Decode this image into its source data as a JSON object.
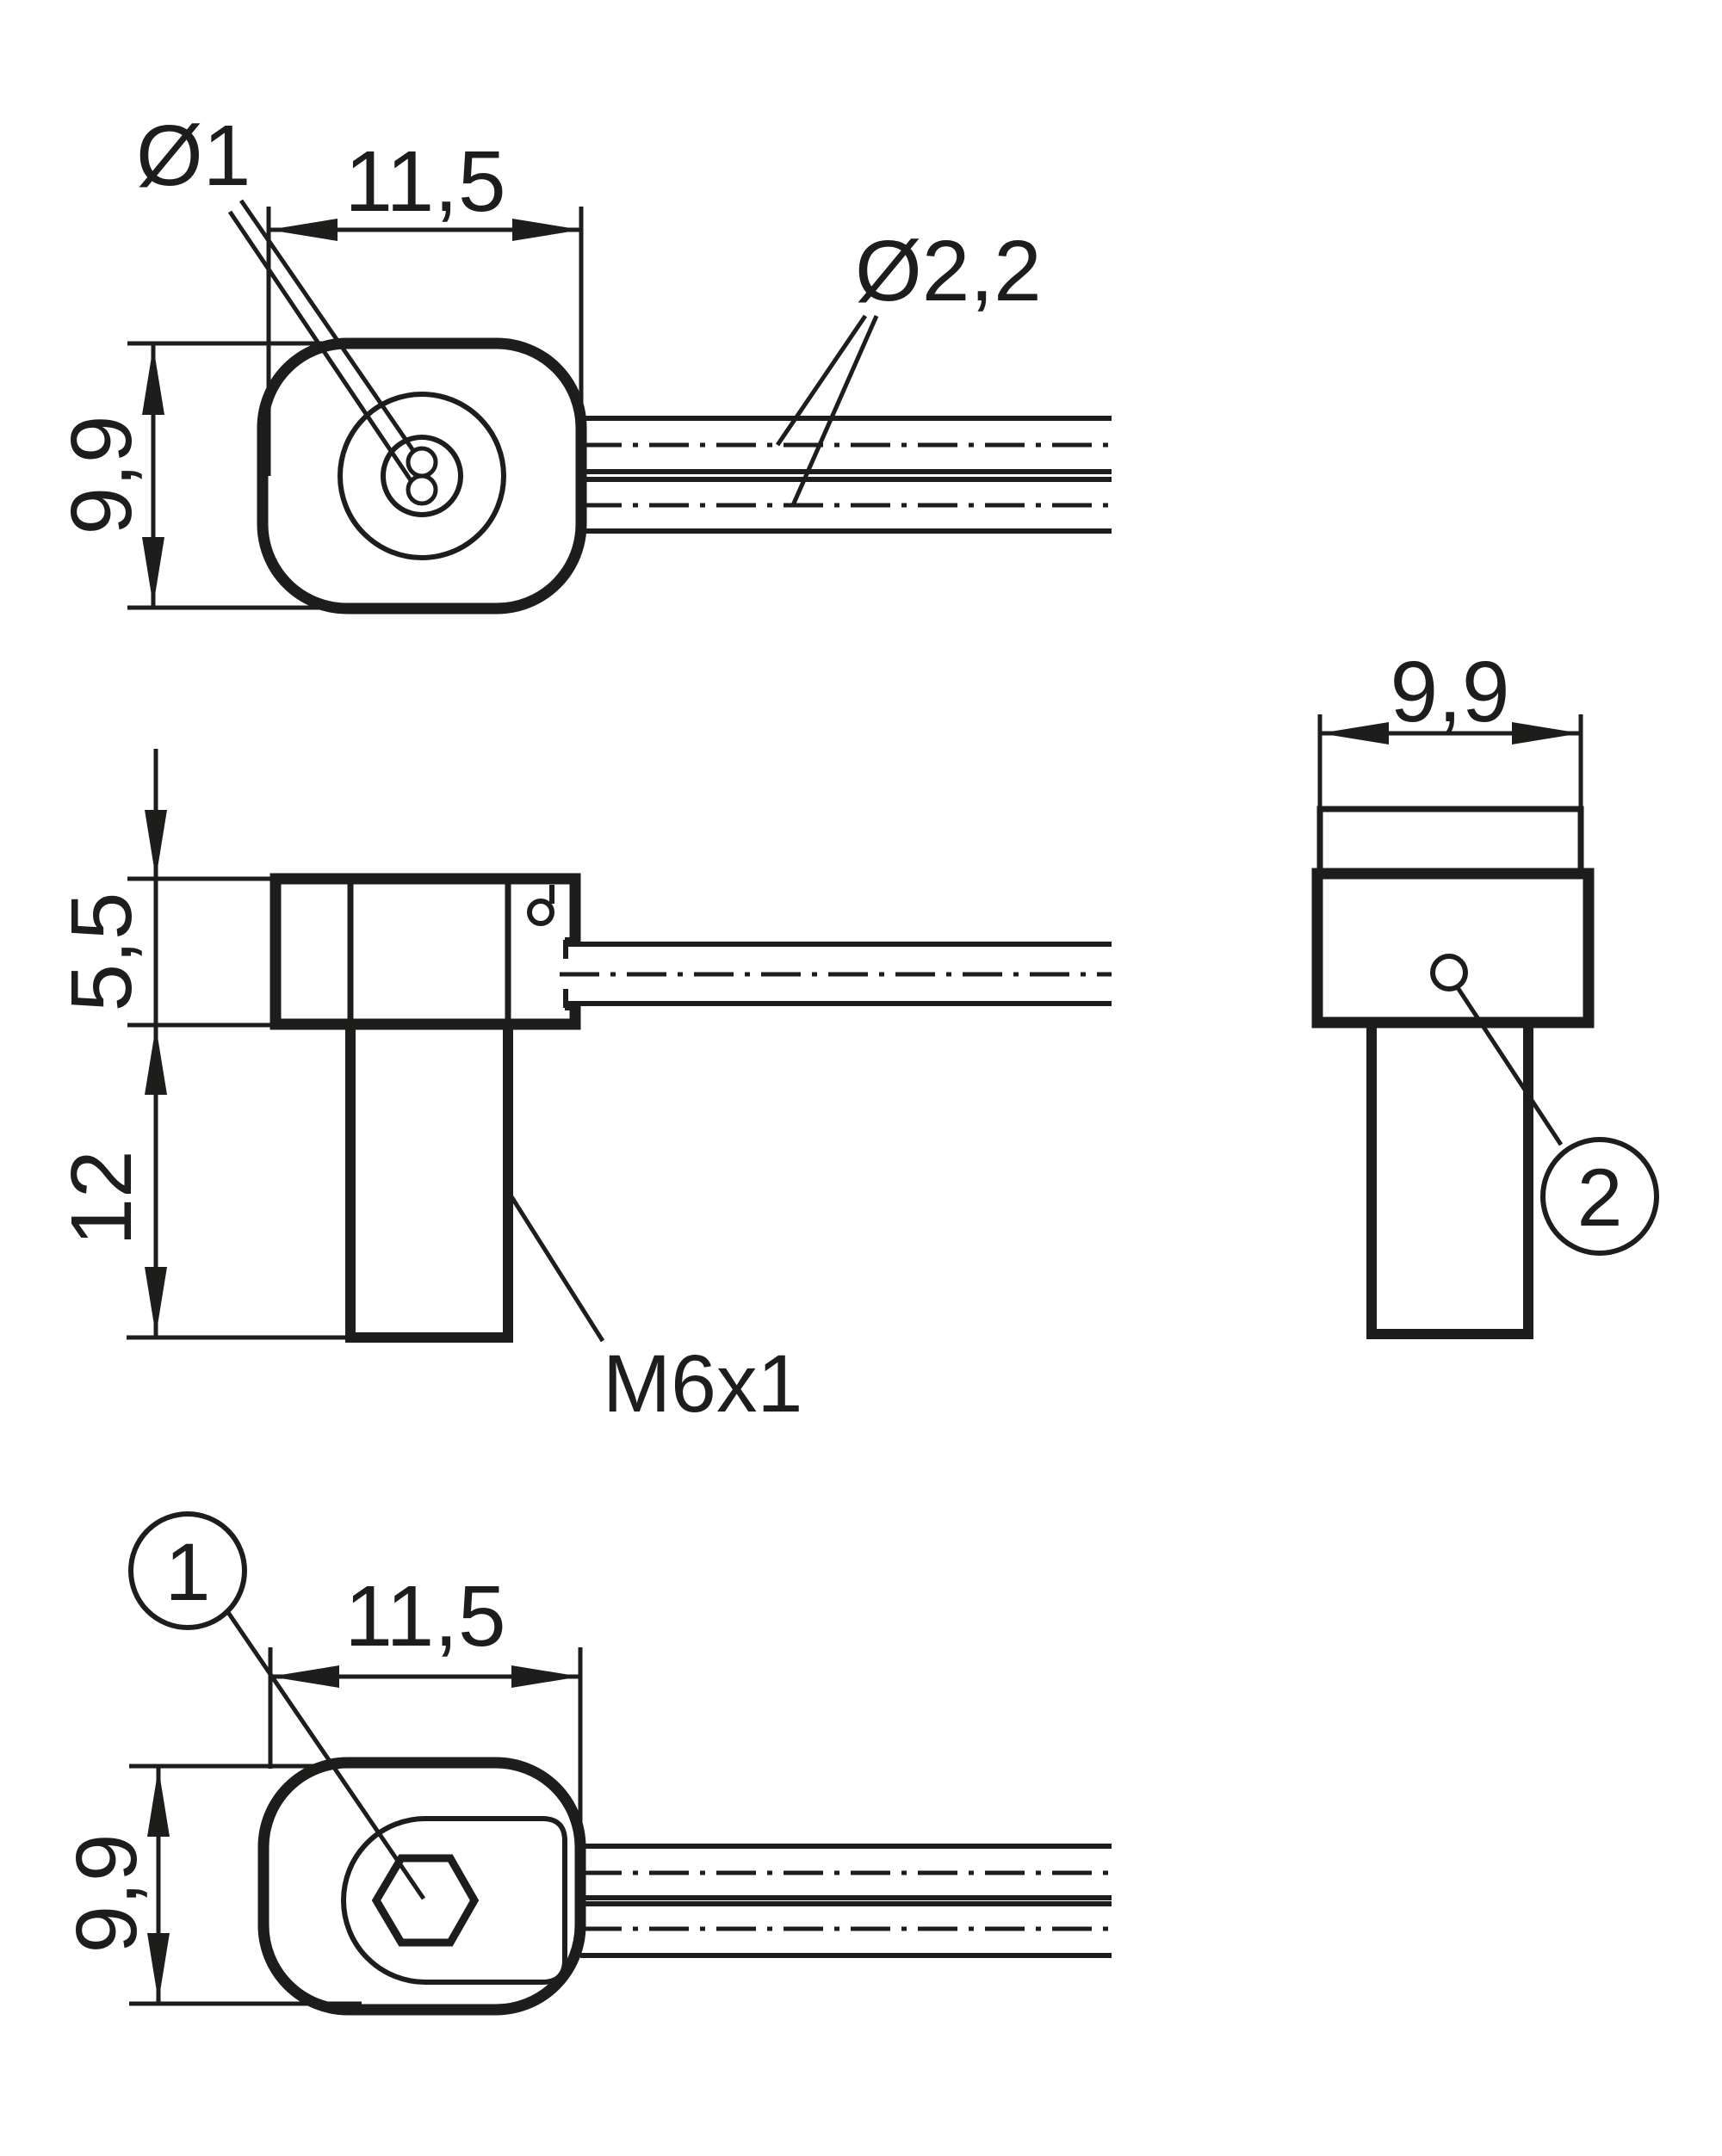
{
  "page": {
    "background": "#ffffff",
    "ink": "#1d1d1b"
  },
  "views": {
    "front": {
      "fiber_label": "Ø1",
      "width_dim": "11,5",
      "height_dim": "9,9",
      "cable_label": "Ø2,2"
    },
    "side": {
      "head_height_dim": "5,5",
      "thread_length_dim": "12",
      "thread_label": "M6x1"
    },
    "end": {
      "width_dim": "9,9",
      "callout": "2"
    },
    "bottom": {
      "callout": "1",
      "width_dim": "11,5",
      "height_dim": "9,9"
    }
  }
}
